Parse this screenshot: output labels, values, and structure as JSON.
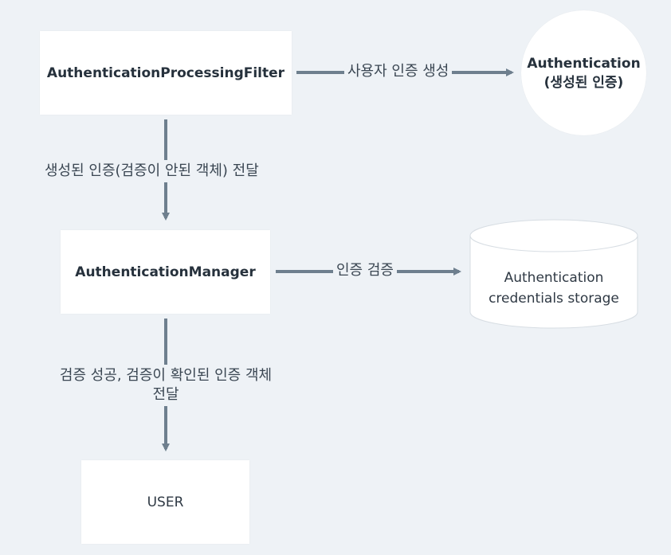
{
  "colors": {
    "background": "#eef2f6",
    "node_fill": "#ffffff",
    "edge": "#6e7f8e",
    "text": "#2f3944"
  },
  "nodes": {
    "filter": "AuthenticationProcessingFilter",
    "auth_line1": "Authentication",
    "auth_line2": "(생성된 인증)",
    "manager": "AuthenticationManager",
    "storage_line1": "Authentication",
    "storage_line2": "credentials storage",
    "user": "USER"
  },
  "edges": {
    "filter_to_auth": "사용자 인증 생성",
    "filter_to_manager": "생성된 인증(검증이 안된 객체) 전달",
    "manager_to_storage": "인증 검증",
    "manager_to_user_line1": "검증 성공, 검증이 확인된 인증 객체",
    "manager_to_user_line2": "전달"
  }
}
